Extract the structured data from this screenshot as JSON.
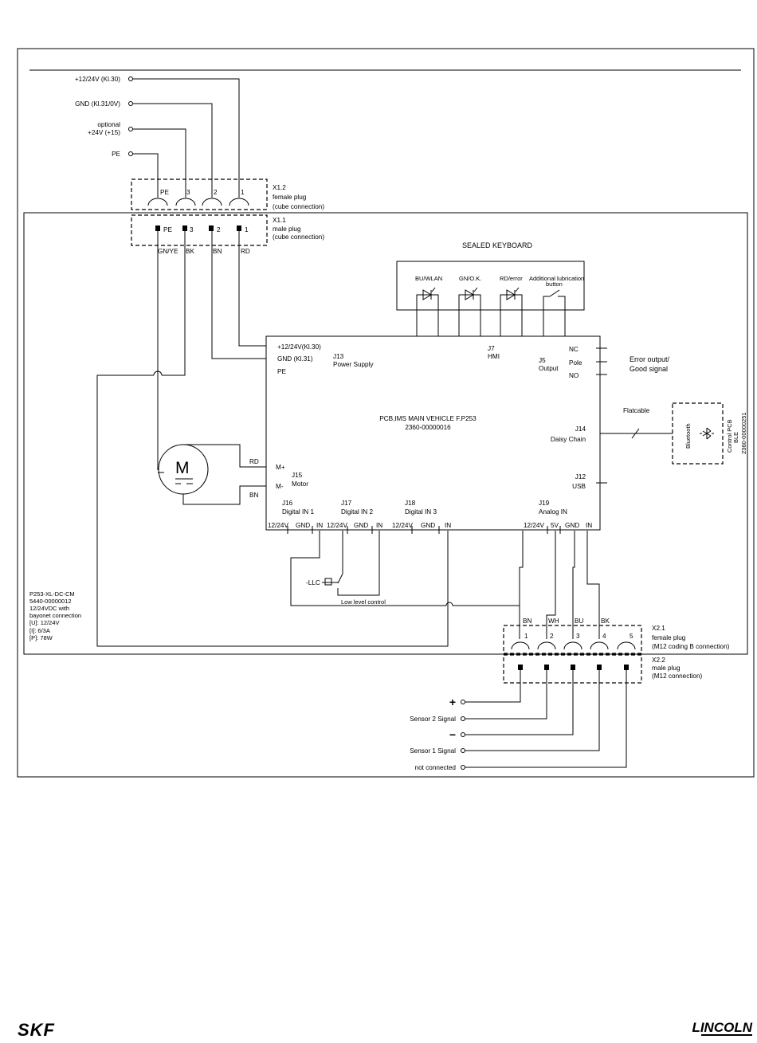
{
  "colors": {
    "line": "#000000",
    "background": "#ffffff"
  },
  "icons": {
    "motor": "motor-icon",
    "bluetooth": "bluetooth-icon",
    "diode": "diode-icon",
    "terminal": "terminal-circle-icon"
  },
  "supply": {
    "v30": "+12/24V (Kl.30)",
    "gnd": "GND (Kl.31/0V)",
    "opt1": "optional",
    "opt2": "+24V (+15)",
    "pe": "PE"
  },
  "x12": {
    "name": "X1.2",
    "line1": "female plug",
    "line2": "(cube connection)",
    "pins": [
      "PE",
      "3",
      "2",
      "1"
    ]
  },
  "x11": {
    "name": "X1.1",
    "line1": "male plug",
    "line2": "(cube connection)",
    "pins": [
      "PE",
      "3",
      "2",
      "1"
    ],
    "wires": [
      "GN/YE",
      "BK",
      "BN",
      "RD"
    ]
  },
  "keyboard": {
    "title": "SEALED KEYBOARD",
    "led1": "BU/WLAN",
    "led2": "GN/O.K.",
    "led3": "RD/error",
    "btn1": "Additional lubrication",
    "btn2": "button"
  },
  "pcb": {
    "title": "PCB,IMS MAIN VEHICLE F.P253",
    "part": "2360-00000016",
    "ps_v": "+12/24V(Kl.30)",
    "ps_gnd": "GND (Kl.31)",
    "ps_pe": "PE",
    "j13": "J13",
    "j13_label": "Power Supply",
    "j7": "J7",
    "j7_label": "HMI",
    "j5": "J5",
    "j5_label": "Output",
    "nc": "NC",
    "pole": "Pole",
    "no": "NO",
    "j14": "J14",
    "j14_label": "Daisy Chain",
    "j12": "J12",
    "j12_label": "USB",
    "mplus": "M+",
    "mminus": "M-",
    "j15": "J15",
    "j15_label": "Motor",
    "j16": "J16",
    "j16_label": "Digital IN 1",
    "j17": "J17",
    "j17_label": "Digital IN 2",
    "j18": "J18",
    "j18_label": "Digital IN 3",
    "j19": "J19",
    "j19_label": "Analog IN",
    "pin_v": "12/24V",
    "pin_gnd": "GND",
    "pin_in": "IN",
    "pin_5v": "5V"
  },
  "output": {
    "line1": "Error output/",
    "line2": "Good signal"
  },
  "flat": "Flatcable",
  "bt": {
    "name": "Bluetooth",
    "c1": "Control PCB",
    "c2": "BLE",
    "c3": "2360-00000251"
  },
  "motor": {
    "letter": "M",
    "rd": "RD",
    "bn": "BN"
  },
  "llc": {
    "tag": "-LLC",
    "label": "Low level control"
  },
  "device": {
    "l1": "P253-XL-DC-CM",
    "l2": "5440-00000012",
    "l3": "12/24VDC with",
    "l4": "bayonet connection",
    "l5": "[U]: 12/24V",
    "l6": "[I]: 6/3A",
    "l7": "[P]: 78W"
  },
  "x21": {
    "name": "X2.1",
    "line1": "female plug",
    "line2": "(M12 coding B connection)",
    "colors": [
      "BN",
      "WH",
      "BU",
      "BK"
    ],
    "pins": [
      "1",
      "2",
      "3",
      "4",
      "5"
    ]
  },
  "x22": {
    "name": "X2.2",
    "line1": "male plug",
    "line2": "(M12 connection)"
  },
  "sensor": {
    "plus": "+",
    "s2": "Sensor 2 Signal",
    "minus": "−",
    "s1": "Sensor 1 Signal",
    "nc": "not connected"
  },
  "footer": {
    "skf": "SKF",
    "lincoln": "LINCOLN"
  }
}
